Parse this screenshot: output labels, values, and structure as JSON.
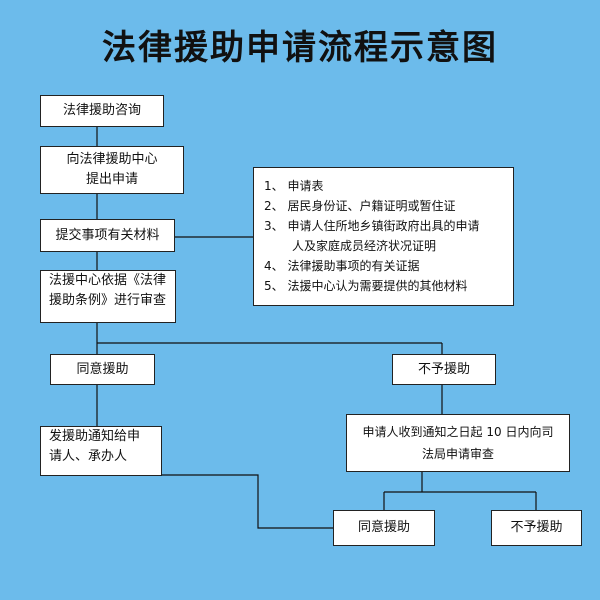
{
  "title": "法律援助申请流程示意图",
  "boxes": {
    "consult": "法律援助咨询",
    "apply_line1": "向法律援助中心",
    "apply_line2": "提出申请",
    "submit": "提交事项有关材料",
    "review_line1": "法援中心依据《法律",
    "review_line2": "援助条例》进行审查",
    "agree": "同意援助",
    "refuse": "不予援助",
    "notify_line1": "发援助通知给申",
    "notify_line2": "请人、承办人",
    "appeal_line1": "申请人收到通知之日起 10 日内向司",
    "appeal_line2": "法局申请审查",
    "agree2": "同意援助",
    "refuse2": "不予援助"
  },
  "materials": [
    "1、  申请表",
    "2、  居民身份证、户籍证明或暂住证",
    "3、  申请人住所地乡镇街政府出具的申请",
    "人及家庭成员经济状况证明",
    "4、  法律援助事项的有关证据",
    "5、  法援中心认为需要提供的其他材料"
  ]
}
